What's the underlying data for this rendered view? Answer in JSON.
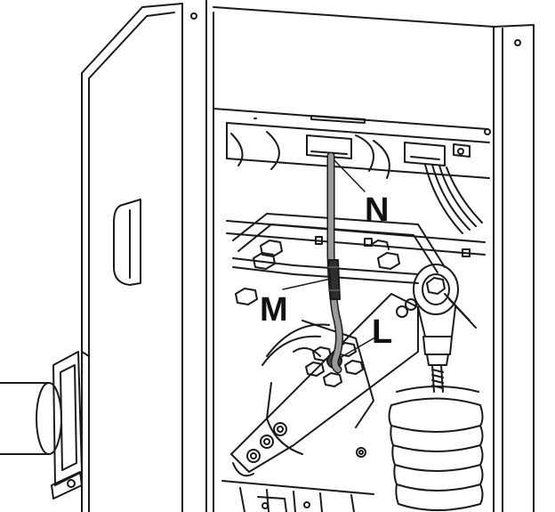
{
  "labels": {
    "N": "N",
    "M": "M",
    "L": "L"
  },
  "colors": {
    "line": "#1a1a1a",
    "cable": "#9a9a9a",
    "sleeve": "#2e2e2e",
    "background": "#ffffff"
  }
}
